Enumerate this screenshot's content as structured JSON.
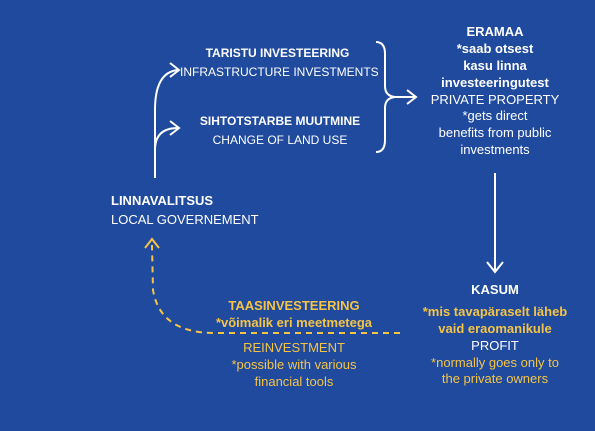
{
  "colors": {
    "background": "#1f4a9e",
    "text": "#ffffff",
    "accent": "#f5c445"
  },
  "infrastructure": {
    "title": "TARISTU INVESTEERING",
    "subtitle": "INFRASTRUCTURE INVESTMENTS"
  },
  "land_use": {
    "title": "SIHTOTSTARBE MUUTMINE",
    "subtitle": "CHANGE OF LAND USE"
  },
  "private_property": {
    "title": "ERAMAA",
    "note_et": [
      "*saab otsest",
      "kasu linna",
      "investeeringutest"
    ],
    "title_en": "PRIVATE PROPERTY",
    "note_en": [
      "*gets direct",
      "benefits from public",
      "investments"
    ]
  },
  "local_government": {
    "title": "LINNAVALITSUS",
    "subtitle": "LOCAL GOVERNEMENT"
  },
  "profit": {
    "title": "KASUM",
    "note_et": [
      "*mis tavapäraselt läheb",
      "vaid eraomanikule"
    ],
    "title_en": "PROFIT",
    "note_en": [
      "*normally goes only to",
      "the private owners"
    ]
  },
  "reinvestment": {
    "title": "TAASINVESTEERING",
    "note_et": "*võimalik eri meetmetega",
    "title_en": "REINVESTMENT",
    "note_en": [
      "*possible with various",
      "financial tools"
    ]
  }
}
